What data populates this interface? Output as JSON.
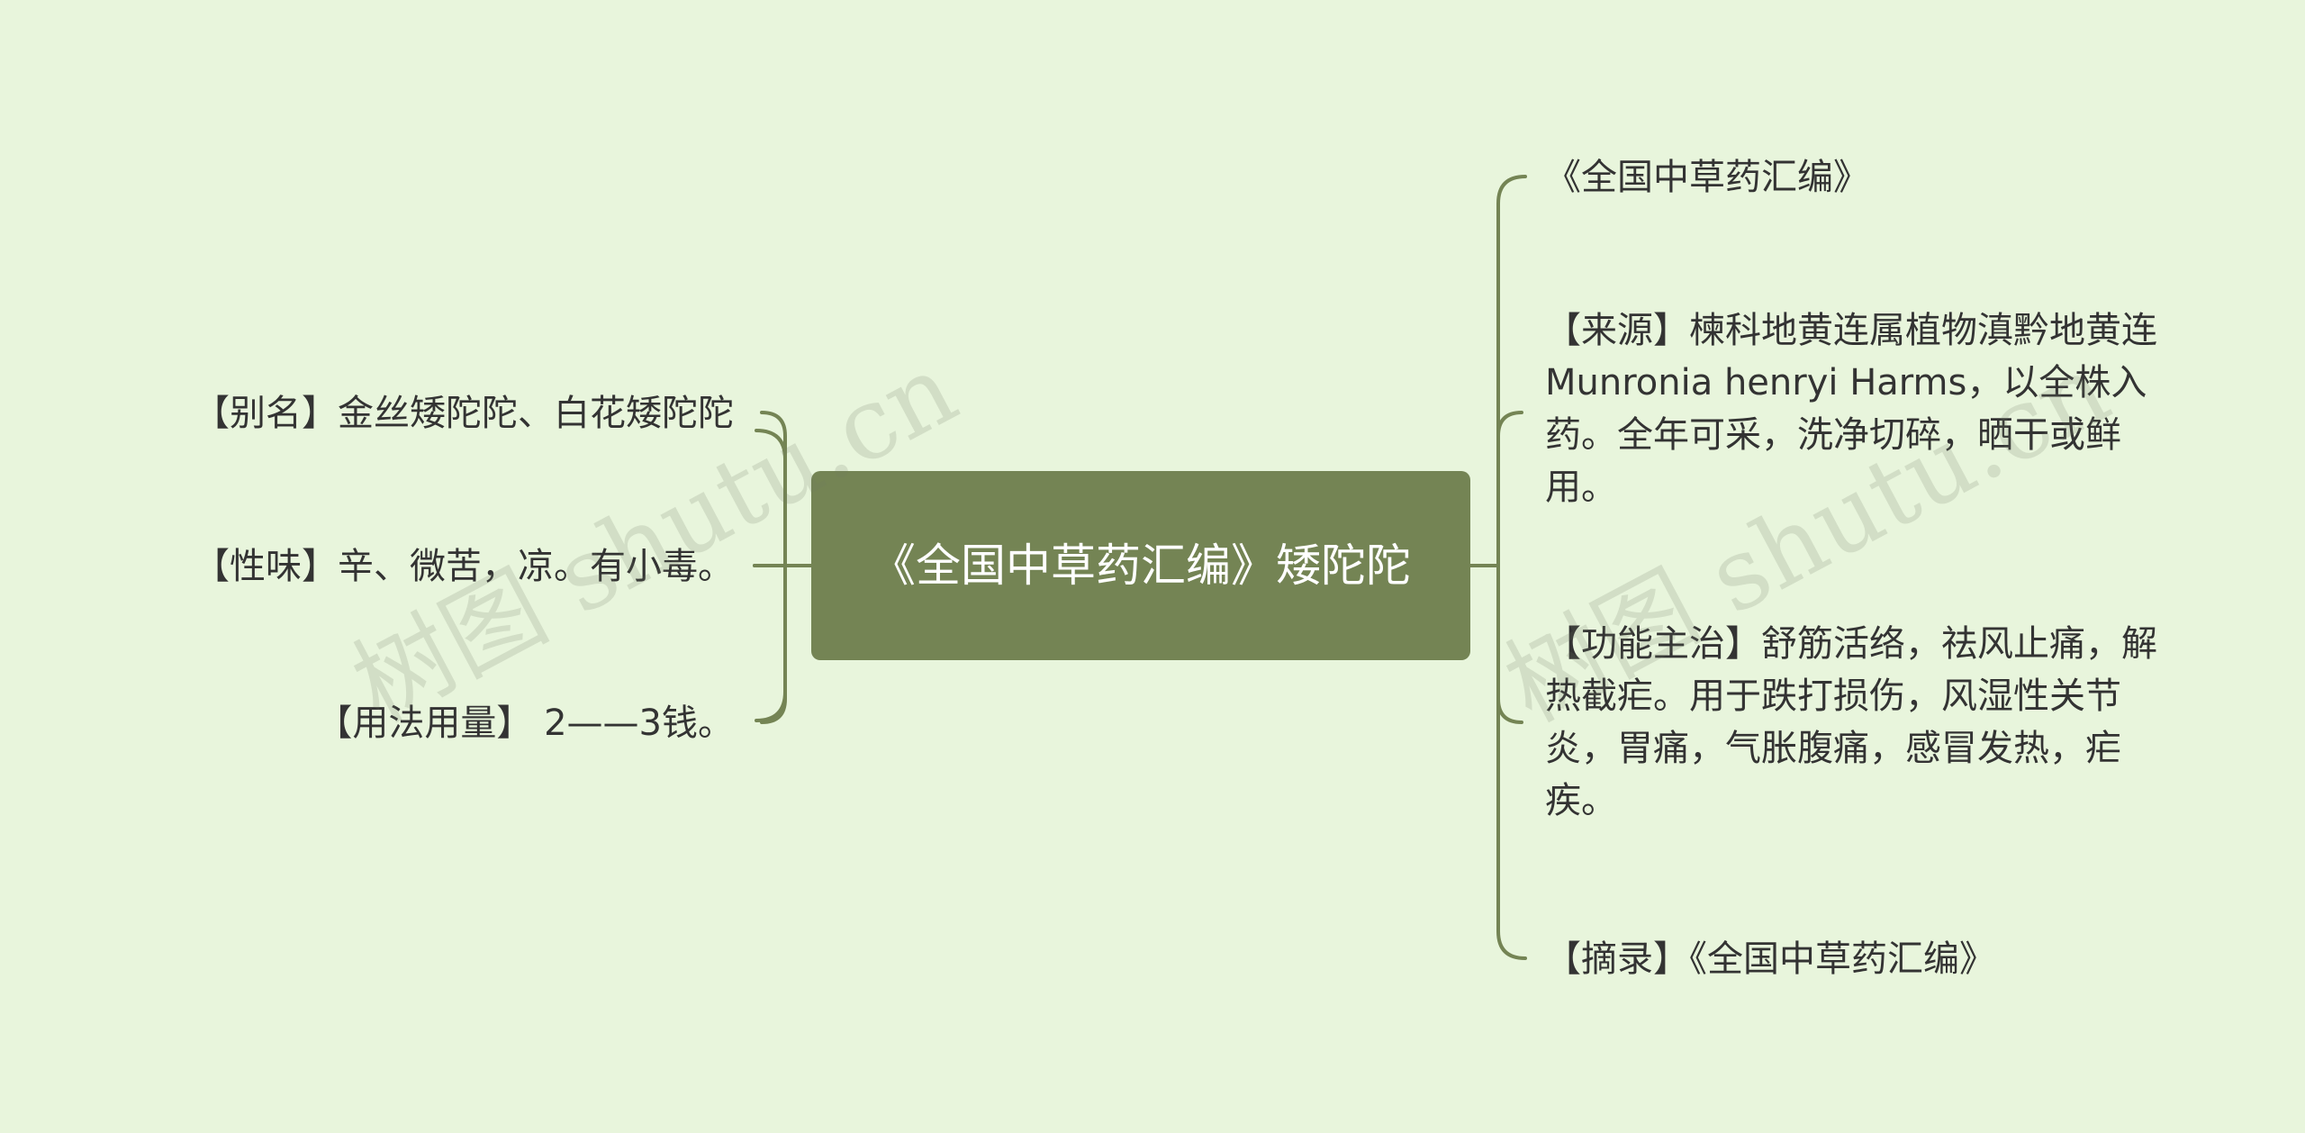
{
  "center": {
    "title": "《全国中草药汇编》矮陀陀"
  },
  "left_branches": [
    {
      "text": "【别名】金丝矮陀陀、白花矮陀陀"
    },
    {
      "text": "【性味】辛、微苦，凉。有小毒。"
    },
    {
      "text": "【用法用量】 2——3钱。"
    }
  ],
  "right_branches": [
    {
      "text": "《全国中草药汇编》"
    },
    {
      "text": "【来源】楝科地黄连属植物滇黔地黄连Munronia henryi Harms，以全株入药。全年可采，洗净切碎，晒干或鲜用。"
    },
    {
      "text": "【功能主治】舒筋活络，祛风止痛，解热截疟。用于跌打损伤，风湿性关节炎，胃痛，气胀腹痛，感冒发热，疟疾。"
    },
    {
      "text": "【摘录】《全国中草药汇编》"
    }
  ],
  "watermark": {
    "text": "树图 shutu.cn"
  },
  "colors": {
    "background": "#e8f5dc",
    "node": "#748454",
    "connector": "#748454",
    "text": "#333333"
  }
}
